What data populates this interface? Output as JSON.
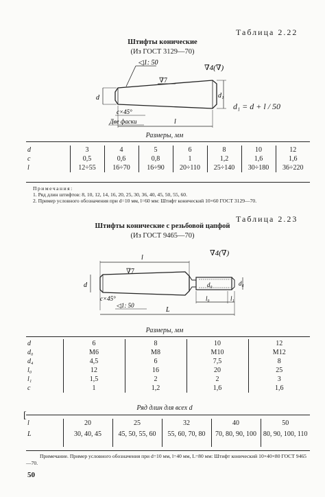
{
  "t22": {
    "label": "Таблица 2.22",
    "title": "Штифты конические",
    "subtitle": "(Из ГОСТ 3129—70)",
    "drawing": {
      "taper": "◁1: 50",
      "rough_main": "∇4(∇)",
      "rough_surface": "∇7",
      "d": "d",
      "d1": "d₁",
      "chamfer": "c×45°",
      "chamfer_note": "Две фаски",
      "l": "l"
    },
    "formula": "d₁ = d + l / 50",
    "sizes_caption": "Размеры, мм",
    "rows": [
      {
        "label": "d",
        "values": [
          "3",
          "4",
          "5",
          "6",
          "8",
          "10",
          "12"
        ]
      },
      {
        "label": "c",
        "values": [
          "0,5",
          "0,6",
          "0,8",
          "1",
          "1,2",
          "1,6",
          "1,6"
        ]
      },
      {
        "label": "l",
        "values": [
          "12÷55",
          "16÷70",
          "16÷90",
          "20÷110",
          "25÷140",
          "30÷180",
          "36÷220"
        ]
      }
    ],
    "notes_title": "Примечания:",
    "notes": [
      "1. Ряд длин штифтов: 8, 10, 12, 14, 16, 20, 25, 30, 36, 40, 45, 50, 55, 60.",
      "2. Пример условного обозначения при d=10 мм, l=60 мм: Штифт конический 10×60 ГОСТ 3129—70."
    ]
  },
  "t23": {
    "label": "Таблица 2.23",
    "title": "Штифты конические с резьбовой цапфой",
    "subtitle": "(Из ГОСТ 9465—70)",
    "drawing": {
      "rough_main": "∇4(∇)",
      "rough_surface": "∇7",
      "l": "l",
      "L": "L",
      "d": "d",
      "d0": "d₀",
      "d4": "d₄",
      "l0": "l₀",
      "l1": "l₁",
      "chamfer": "c×45°",
      "taper": "◁1: 50"
    },
    "sizes_caption": "Размеры, мм",
    "rows": [
      {
        "label": "d",
        "values": [
          "6",
          "8",
          "10",
          "12"
        ]
      },
      {
        "label": "d₀",
        "values": [
          "M6",
          "M8",
          "M10",
          "M12"
        ]
      },
      {
        "label": "d₄",
        "values": [
          "4,5",
          "6",
          "7,5",
          "8"
        ]
      },
      {
        "label": "l₀",
        "values": [
          "12",
          "16",
          "20",
          "25"
        ]
      },
      {
        "label": "l₁",
        "values": [
          "1,5",
          "2",
          "2",
          "3"
        ]
      },
      {
        "label": "c",
        "values": [
          "1",
          "1,2",
          "1,6",
          "1,6"
        ]
      }
    ],
    "lengths_caption": "Ряд длин для всех d",
    "lengths": [
      {
        "label": "l",
        "values": [
          "20",
          "25",
          "32",
          "40",
          "50"
        ]
      },
      {
        "label": "L",
        "values": [
          "30, 40, 45",
          "45, 50, 55, 60",
          "55, 60, 70, 80",
          "70, 80, 90, 100",
          "80, 90, 100, 110"
        ]
      }
    ],
    "note": "Примечание. Пример условного обозначения при d=10 мм, l=40 мм, L=80 мм: Штифт конический 10×40×80 ГОСТ 9465—70."
  },
  "page_number": "50"
}
